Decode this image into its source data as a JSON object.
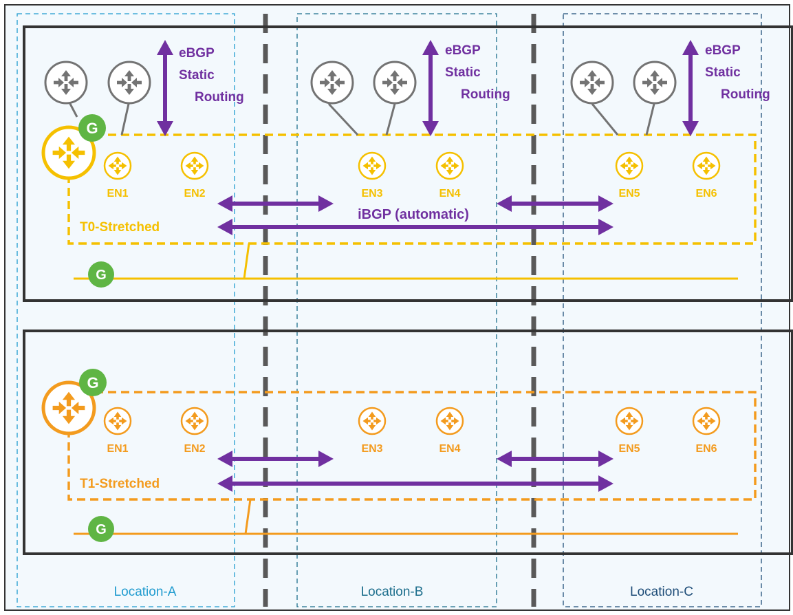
{
  "colors": {
    "t0": "#f5c000",
    "t1": "#f39b1e",
    "purple": "#7030a0",
    "gateway": "#5fb544",
    "router_gray": "#737373",
    "frame": "#333333",
    "dashes": "#595959",
    "bg": "#f3f9fd",
    "loc_a": "#1f9bcf",
    "loc_b": "#1c6e8c",
    "loc_c": "#1f4e79"
  },
  "locations": [
    {
      "label": "Location-A"
    },
    {
      "label": "Location-B"
    },
    {
      "label": "Location-C"
    }
  ],
  "upstream_routing": {
    "line1": "eBGP",
    "line2": "Static",
    "line3": "Routing"
  },
  "t0": {
    "name": "T0-Stretched",
    "gateway_badge": "G",
    "ibgp_label": "iBGP (automatic)",
    "edge_nodes": [
      "EN1",
      "EN2",
      "EN3",
      "EN4",
      "EN5",
      "EN6"
    ]
  },
  "t1": {
    "name": "T1-Stretched",
    "gateway_badge": "G",
    "edge_nodes": [
      "EN1",
      "EN2",
      "EN3",
      "EN4",
      "EN5",
      "EN6"
    ]
  },
  "icons": {
    "upstream_router": "physical-router-icon",
    "edge_node": "edge-node-router-icon",
    "tier_router": "logical-router-icon",
    "gateway": "gateway-badge-icon",
    "ibgp_arrow": "double-headed-arrow-icon"
  }
}
